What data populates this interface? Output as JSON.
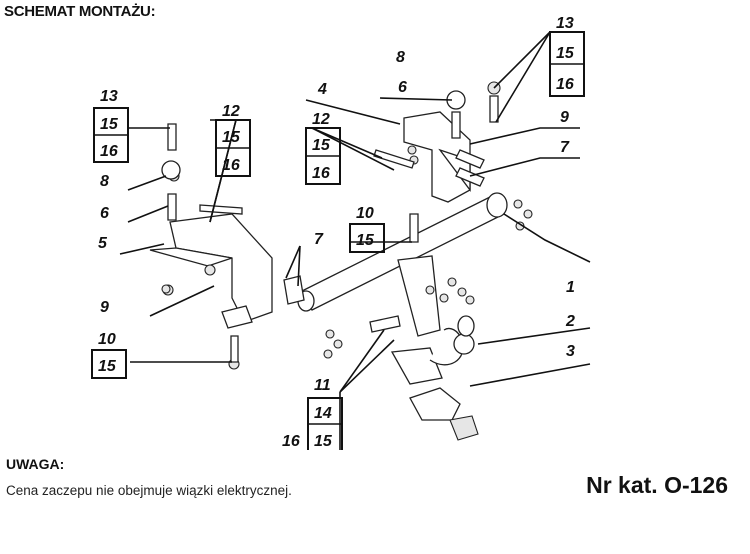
{
  "header": {
    "title": "SCHEMAT MONTAŻU:"
  },
  "note": {
    "heading": "UWAGA:",
    "text": "Cena zaczepu nie obejmuje wiązki elektrycznej."
  },
  "catalog": {
    "number": "Nr kat. O-126"
  },
  "callouts": {
    "top_right_group": [
      "13",
      "15",
      "16"
    ],
    "left_top_group": [
      "13",
      "15",
      "16"
    ],
    "left_mid_group": [
      "12",
      "15",
      "16"
    ],
    "center_group": [
      "12",
      "15",
      "16"
    ],
    "bolt_group": [
      "10",
      "15"
    ],
    "bottom_left_group": [
      "10",
      "15"
    ],
    "bottom_center_group": [
      "11",
      "14"
    ],
    "bottom_pair": [
      "16",
      "15"
    ],
    "single": {
      "p1": "1",
      "p2": "2",
      "p3": "3",
      "p4": "4",
      "p5": "5",
      "p6a": "6",
      "p6b": "6",
      "p7a": "7",
      "p7b": "7",
      "p8a": "8",
      "p8b": "8",
      "p9a": "9",
      "p9b": "9"
    }
  }
}
